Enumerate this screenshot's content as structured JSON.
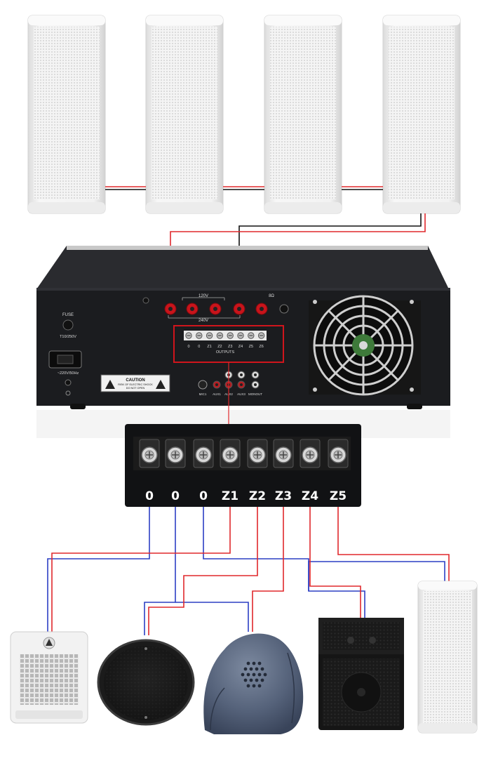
{
  "colors": {
    "red_wire": "#e0282c",
    "blue_wire": "#2c3fc4",
    "black_wire": "#111111",
    "amp_body": "#1b1c1f",
    "highlight_box": "#d0151c"
  },
  "amplifier": {
    "fuse_label": "FUSE",
    "fuse_rating": "T10/250V",
    "power_label": "~220V/50Hz",
    "tap_120v": "120V",
    "tap_240v": "240V",
    "tap_8ohm": "8Ω",
    "outputs_label": "OUTPUTS",
    "terminal_labels": [
      "0",
      "0",
      "Z1",
      "Z2",
      "Z3",
      "Z4",
      "Z5",
      "Z6"
    ],
    "caution_title": "CAUTION",
    "caution_line1": "RISK OF ELECTRIC SHOCK",
    "caution_line2": "DO NOT OPEN",
    "input_labels": [
      "MIC1",
      "AUX1",
      "AUX2",
      "AUX3",
      "MONOUT"
    ]
  },
  "terminal_block": {
    "labels": [
      "0",
      "0",
      "0",
      "Z1",
      "Z2",
      "Z3",
      "Z4",
      "Z5"
    ]
  },
  "icons": {
    "column_speaker": "column-speaker-icon",
    "wall_speaker": "wall-speaker-icon",
    "ceiling_speaker": "ceiling-speaker-icon",
    "rock_speaker": "rock-speaker-icon",
    "box_speaker": "box-speaker-icon",
    "fan": "fan-icon"
  }
}
